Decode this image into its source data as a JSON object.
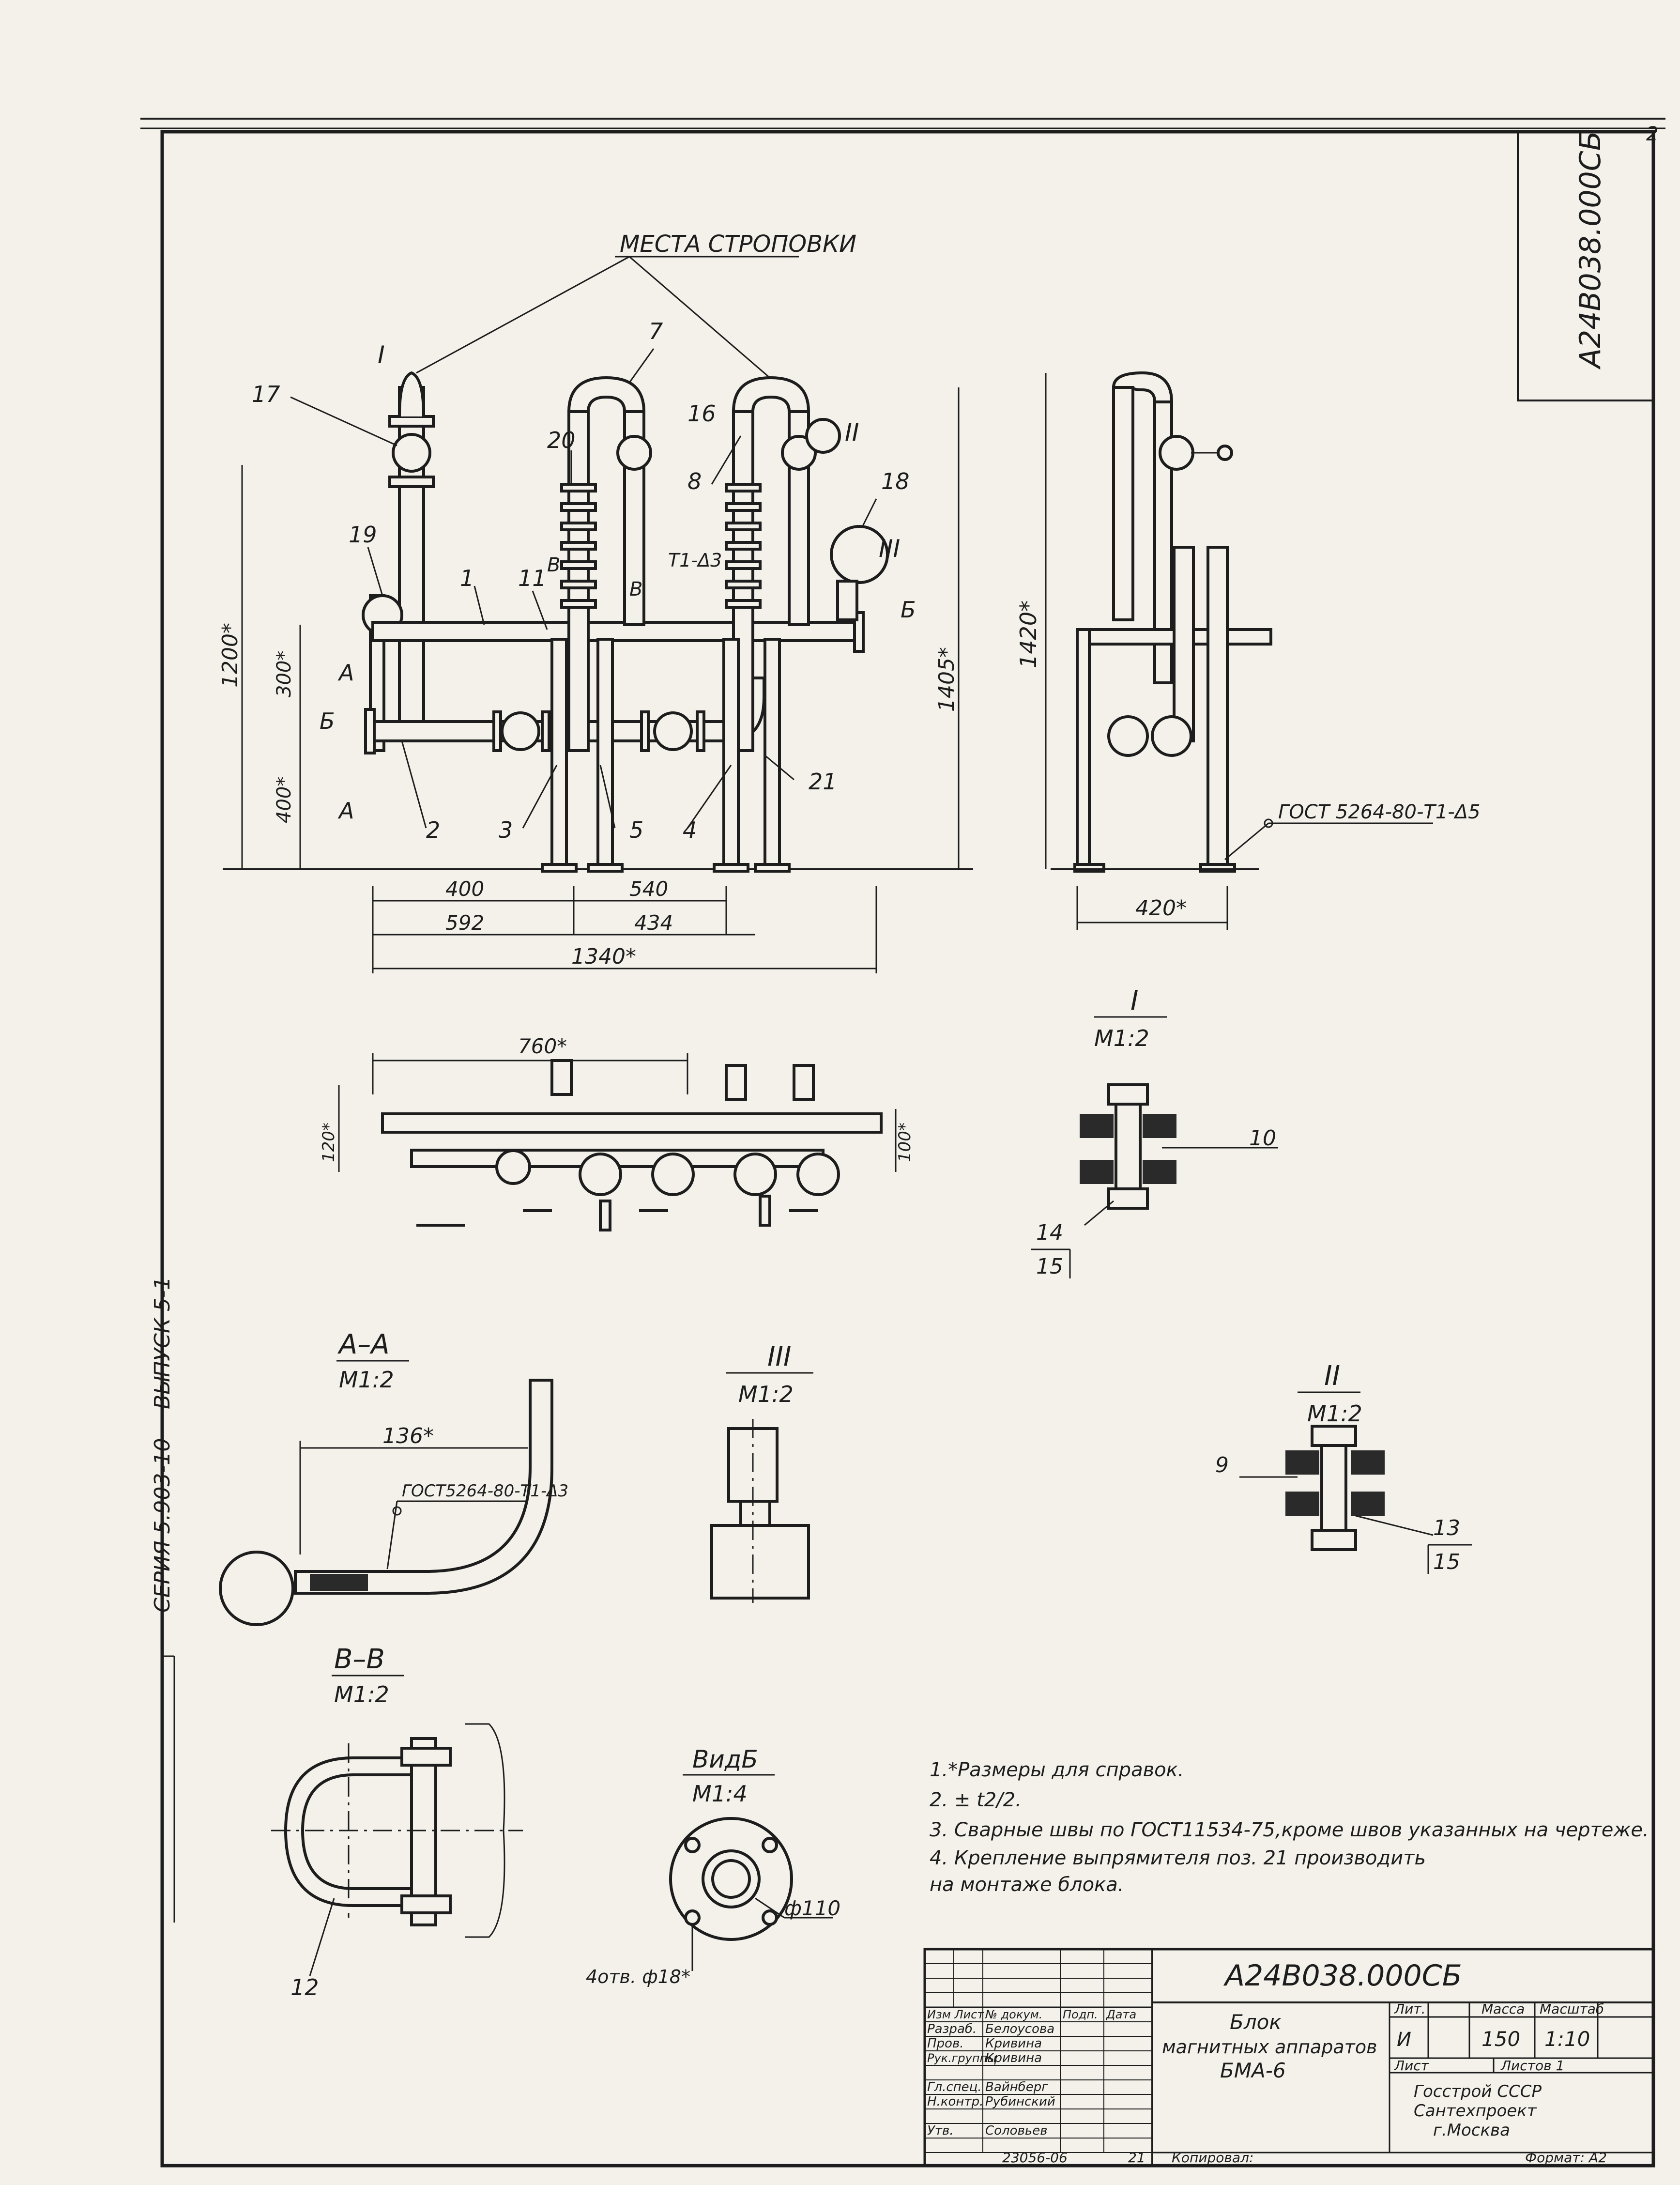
{
  "sheet": {
    "drawing_code_side": "A24B038.000СБ",
    "corner_number": "2"
  },
  "left_margin": {
    "series": "СЕРИЯ 5.903-10",
    "issue": "ВЫПУСК 5-1"
  },
  "main_view": {
    "lifting_points": "МЕСТА СТРОПОВКИ",
    "callouts": [
      "17",
      "19",
      "1",
      "11",
      "20",
      "7",
      "16",
      "8",
      "18",
      "2",
      "3",
      "5",
      "4",
      "21"
    ],
    "roman_marks": [
      "I",
      "II",
      "III"
    ],
    "section_letters": [
      "А",
      "А",
      "Б",
      "Б",
      "В",
      "В"
    ],
    "weld_note": "Т1-Δ3",
    "dims": {
      "h1200": "1200*",
      "h300": "300*",
      "h400": "400*",
      "h1405": "1405*",
      "w400": "400",
      "w540": "540",
      "w592": "592",
      "w434": "434",
      "w1340": "1340*"
    }
  },
  "side_view": {
    "h1420": "1420*",
    "w420": "420*",
    "weld_note": "ГОСТ 5264-80-Т1-Δ5"
  },
  "plan_view": {
    "dim760": "760*",
    "dim120": "120*",
    "dim100": "100*"
  },
  "detail_I": {
    "title": "I",
    "scale": "М1:2",
    "callouts": [
      "10",
      "14",
      "15"
    ]
  },
  "detail_II": {
    "title": "II",
    "scale": "М1:2",
    "callouts": [
      "9",
      "13",
      "15"
    ]
  },
  "detail_III": {
    "title": "III",
    "scale": "М1:2"
  },
  "section_AA": {
    "title": "А–А",
    "scale": "М1:2",
    "dim": "136*",
    "weld_note": "ГОСТ5264-80-Т1-Δ3"
  },
  "section_BB": {
    "title": "В–В",
    "scale": "М1:2",
    "callout": "12"
  },
  "view_B": {
    "title": "ВидБ",
    "scale": "М1:4",
    "diameter": "ф110",
    "holes": "4отв. ф18*"
  },
  "notes": [
    "1.*Размеры для справок.",
    "2. ± t2/2.",
    "3. Сварные швы по ГОСТ11534-75,кроме швов указанных на чертеже.",
    "4. Крепление выпрямителя     поз. 21  производить",
    "    на монтаже блока."
  ],
  "title_block": {
    "code": "А24В038.000СБ",
    "name_line1": "Блок",
    "name_line2": "магнитных аппаратов",
    "name_line3": "БМА-6",
    "col_headers": [
      "Лит.",
      "Масса",
      "Масштаб"
    ],
    "lit": "И",
    "mass": "150",
    "scale": "1:10",
    "sheet_label": "Лист",
    "sheets_label": "Листов 1",
    "org1": "Госстрой СССР",
    "org2": "Сантехпроект",
    "org3": "г.Москва",
    "rows": [
      {
        "role": "Изм Лист",
        "name": "№ докум.",
        "sign": "Подп.",
        "date": "Дата"
      },
      {
        "role": "Разраб.",
        "name": "Белоусова",
        "sign": "",
        "date": ""
      },
      {
        "role": "Пров.",
        "name": "Кривина",
        "sign": "",
        "date": ""
      },
      {
        "role": "Рук.группы",
        "name": "Кривина",
        "sign": "",
        "date": ""
      },
      {
        "role": "Гл.спец.",
        "name": "Вайнберг",
        "sign": "",
        "date": ""
      },
      {
        "role": "Н.контр.",
        "name": "Рубинский",
        "sign": "",
        "date": ""
      },
      {
        "role": "Утв.",
        "name": "Соловьев",
        "sign": "",
        "date": ""
      }
    ],
    "inv": "23056-06",
    "page": "21",
    "copied": "Копировал:",
    "format": "Формат: А2"
  }
}
